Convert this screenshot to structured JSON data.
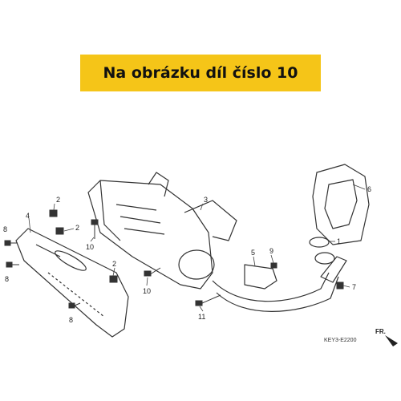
{
  "banner": {
    "text": "Na obrázku díl číslo 10",
    "color": "#f5c518"
  },
  "diagram": {
    "code": "KEY3-E2200",
    "direction_label": "FR.",
    "callouts": [
      "1",
      "2",
      "2",
      "2",
      "3",
      "4",
      "5",
      "6",
      "7",
      "8",
      "8",
      "8",
      "9",
      "10",
      "10",
      "11"
    ]
  }
}
